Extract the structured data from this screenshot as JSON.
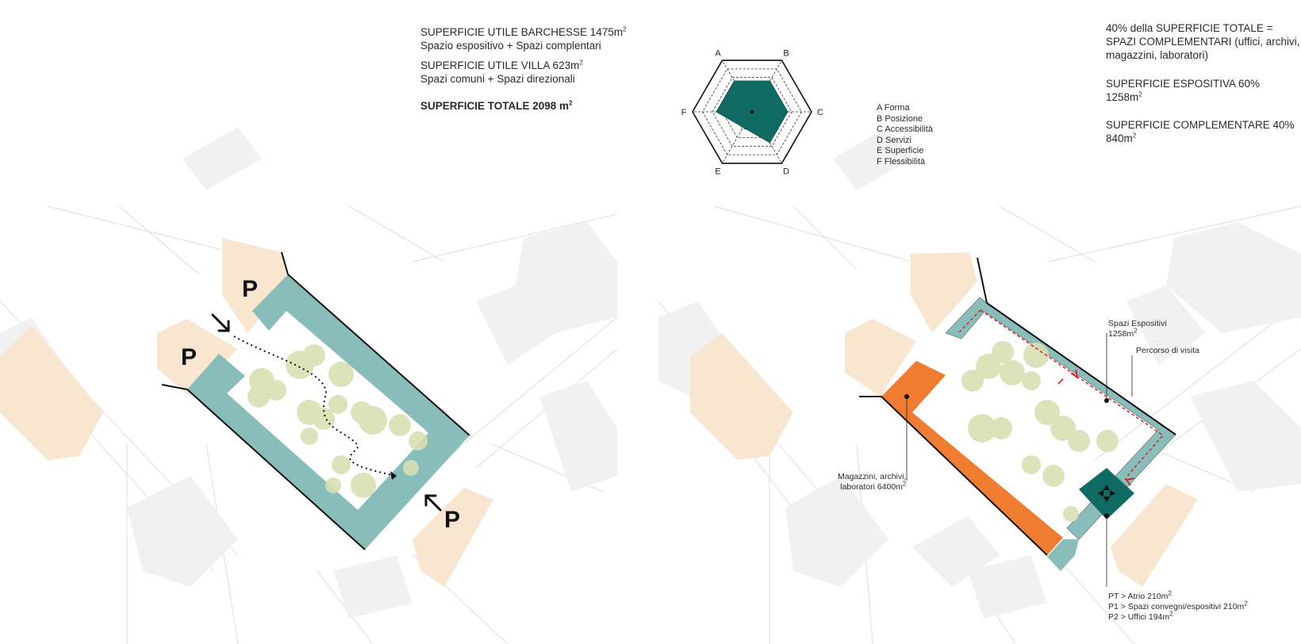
{
  "header_left": {
    "barchesse_title": "SUPERFICIE UTILE BARCHESSE 1475m",
    "barchesse_sub": "Spazio espositivo + Spazi complentari",
    "villa_title": "SUPERFICIE UTILE VILLA 623m",
    "villa_sub": "Spazi comuni + Spazi direzionali",
    "total": "SUPERFICIE TOTALE 2098 m",
    "sq": "2"
  },
  "radar": {
    "axes": [
      "A",
      "B",
      "C",
      "D",
      "E",
      "F"
    ],
    "values": [
      0.6,
      0.6,
      0.6,
      0.6,
      0.3,
      0.6
    ],
    "rings": 5,
    "fill_color": "#0e6a62",
    "legend": [
      "A Forma",
      "B Posizione",
      "C Accessibilità",
      "D Servizi",
      "E Superficie",
      "F Flessibilità"
    ]
  },
  "header_right": {
    "line1": "40% della SUPERFICIE TOTALE =",
    "line2": "SPAZI COMPLEMENTARI (uffici, archivi,",
    "line3": "magazzini, laboratori)",
    "esp_title": "SUPERFICIE ESPOSITIVA 60%",
    "esp_value": "1258m",
    "comp_title": "SUPERFICIE COMPLEMENTARE 40%",
    "comp_value": "840m",
    "sq": "2"
  },
  "left_plan": {
    "parking_label": "P"
  },
  "right_plan": {
    "spazi_title": "Spazi Espositivi",
    "spazi_value": "1258m",
    "percorso": "Percorso di visita",
    "magazzini_l1": "Magazzini, archivi,",
    "magazzini_l2": "laboratori 6400m",
    "pt": "PT > Atrio 210m",
    "p1": "P1 > Spazi convegni/espositivi 210m",
    "p2": "P2 > Uffici 194m",
    "sq": "2"
  },
  "colors": {
    "building": "#88bdb9",
    "parking": "#f8e6d0",
    "trees": "#d9dfb3",
    "orange": "#f07c32",
    "dark_teal": "#0e6a62",
    "route": "#d0202a"
  }
}
